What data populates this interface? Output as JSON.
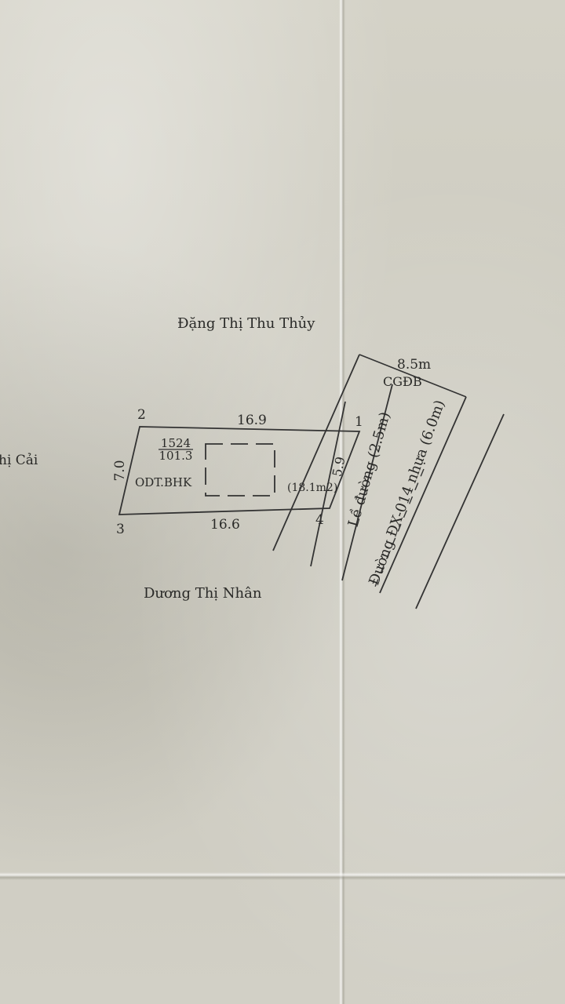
{
  "neighbors": {
    "north": "Đặng Thị Thu Thủy",
    "south": "Dương Thị Nhân",
    "west": "hị Cải"
  },
  "parcel": {
    "number": "1524",
    "area": "101.3",
    "land_use": "ODT.BHK",
    "corridor_area": "(18.1m2)"
  },
  "vertices": {
    "p1": "1",
    "p2": "2",
    "p3": "3",
    "p4": "4"
  },
  "edges": {
    "top": "16.9",
    "bottom": "16.6",
    "left": "7.0",
    "right": "5.9"
  },
  "road": {
    "width_total": "8.5m",
    "cgdb": "CGĐB",
    "sidewalk": "Lề đường (2.5m)",
    "name": "Đường ĐX-014 nhựa (6.0m)"
  }
}
